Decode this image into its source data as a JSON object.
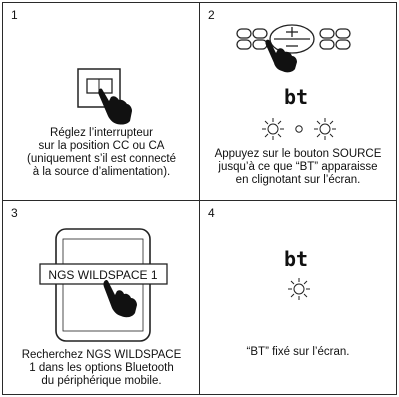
{
  "panels": [
    {
      "number": "1",
      "caption": "Réglez l’interrupteur\nsur la position CC ou CA\n(uniquement s’il est connecté\nà la source d’alimentation)."
    },
    {
      "number": "2",
      "caption": "Appuyez sur le bouton SOURCE\njusqu’à ce que “BT” apparaisse\nen clignotant sur l’écran.",
      "display_text": "bt"
    },
    {
      "number": "3",
      "caption": "Recherchez NGS WILDSPACE\n1 dans les options Bluetooth\ndu périphérique mobile.",
      "device_name": "NGS WILDSPACE 1"
    },
    {
      "number": "4",
      "caption": "“BT” fixé sur l’écran.",
      "display_text": "bt"
    }
  ]
}
